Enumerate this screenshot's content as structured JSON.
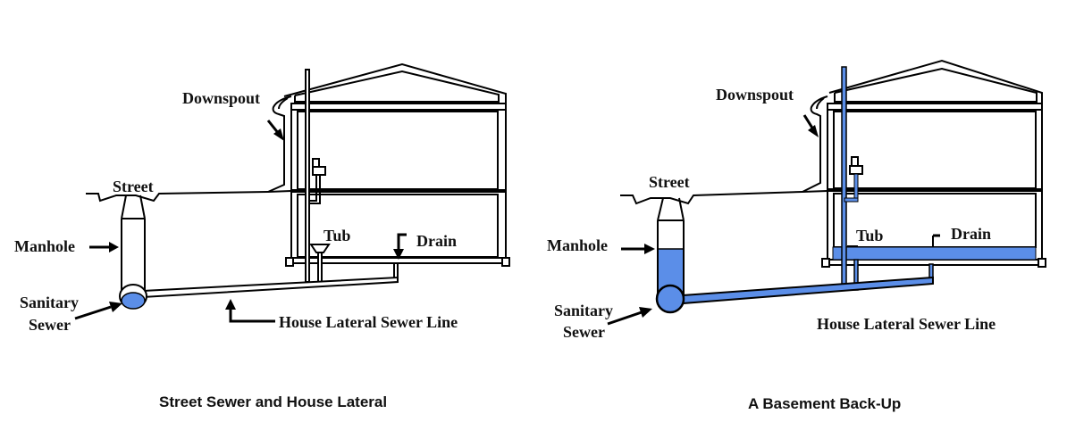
{
  "colors": {
    "water": "#5b8ee8",
    "line": "#000000",
    "background": "#ffffff"
  },
  "panels": [
    {
      "id": "normal",
      "caption": "Street Sewer and House Lateral",
      "labels": {
        "downspout": "Downspout",
        "street": "Street",
        "manhole": "Manhole",
        "sanitary": "Sanitary",
        "sewer": "Sewer",
        "tub": "Tub",
        "drain": "Drain",
        "lateral": "House Lateral Sewer Line"
      },
      "flooded": false
    },
    {
      "id": "backup",
      "caption": "A Basement Back-Up",
      "labels": {
        "downspout": "Downspout",
        "street": "Street",
        "manhole": "Manhole",
        "sanitary": "Sanitary",
        "sewer": "Sewer",
        "tub": "Tub",
        "drain": "Drain",
        "lateral": "House Lateral Sewer Line"
      },
      "flooded": true
    }
  ]
}
